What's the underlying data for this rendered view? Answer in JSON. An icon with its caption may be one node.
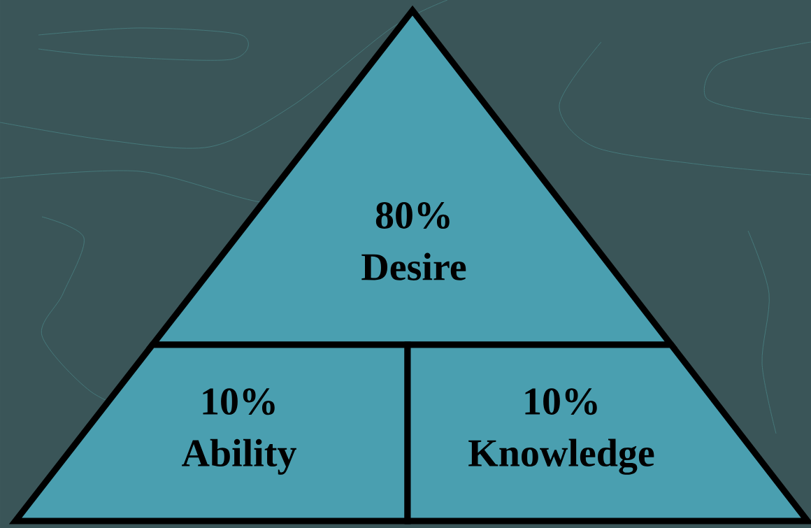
{
  "diagram": {
    "nodes": [
      {
        "text": [
          "80%",
          "Desire"
        ]
      },
      {
        "text": [
          "10%",
          "Ability"
        ]
      },
      {
        "text": [
          "10%",
          "Knowledge"
        ]
      }
    ]
  }
}
